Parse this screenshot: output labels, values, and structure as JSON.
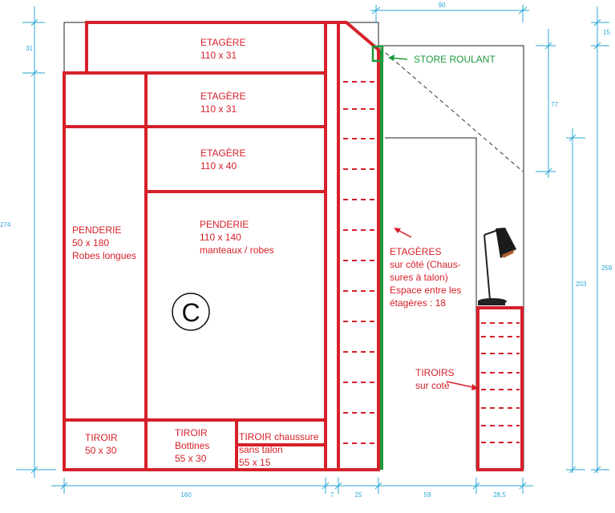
{
  "labels": {
    "etagere_top": [
      "ETAGÈRE",
      "110 x 31"
    ],
    "etagere_mid": [
      "ETAGÈRE",
      "110 x 31"
    ],
    "etagere_low": [
      "ETAGÈRE",
      "110 x 40"
    ],
    "penderie_left": [
      "PENDERIE",
      "50 x 180",
      "Robes longues"
    ],
    "penderie_right": [
      "PENDERIE",
      "110 x 140",
      "manteaux / robes"
    ],
    "copyright": "C",
    "tiroir_left": [
      "TIROIR",
      "50 x 30"
    ],
    "tiroir_bottines": [
      "TIROIR",
      "Bottines",
      "55 x 30"
    ],
    "tiroir_chaussure": [
      "TIROIR chaussure",
      "sans talon",
      "55 x 15"
    ],
    "store": "STORE ROULANT",
    "etageres_side": [
      "ETAGÈRES",
      "sur côté (Chaus-",
      "sures à talon)",
      "Espace entre les",
      "étagères : 18"
    ],
    "tiroirs_side": [
      "TIROIRS",
      "sur coté"
    ]
  },
  "dimensions": {
    "top_90": "90",
    "top_15": "15",
    "left_31": "31",
    "left_274": "274",
    "right_77": "77",
    "right_203": "203",
    "right_259": "259",
    "bottom_160": "160",
    "bottom_7": "7",
    "bottom_25": "25",
    "bottom_59": "59",
    "bottom_28_5": "28,5"
  },
  "colors": {
    "red": "#d6202a",
    "green": "#1e9a3c",
    "dimension_blue": "#2aa7d6",
    "outline": "#222222"
  }
}
